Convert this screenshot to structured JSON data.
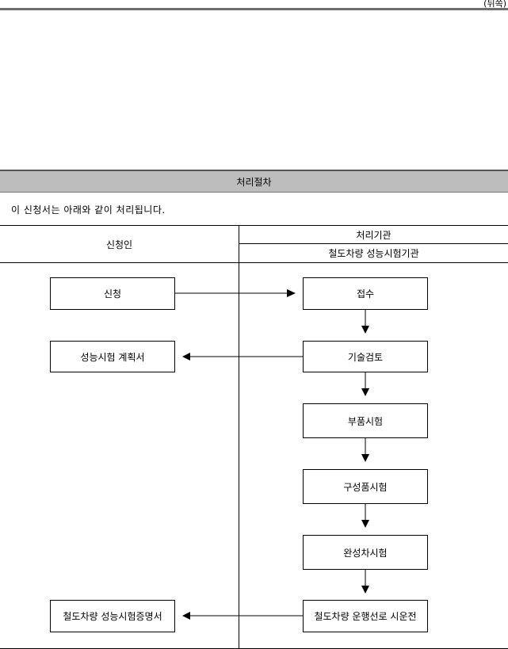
{
  "page": {
    "back_label": "(뒤쪽)"
  },
  "procedure": {
    "header": "처리절차",
    "intro": "이 신청서는 아래와 같이 처리됩니다.",
    "columns": {
      "applicant": "신청인",
      "processor": "처리기관",
      "processor_sub": "철도차량 성능시험기관"
    },
    "applicant_steps": [
      "신청",
      "성능시험 계획서",
      "철도차량 성능시험증명서"
    ],
    "agency_steps": [
      "접수",
      "기술검토",
      "부품시험",
      "구성품시험",
      "완성차시험",
      "철도차량 운행선로 시운전"
    ]
  }
}
